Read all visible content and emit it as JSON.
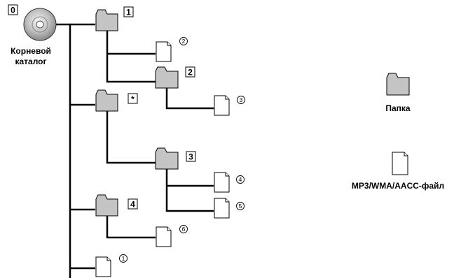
{
  "root": {
    "badge": "0",
    "label_line1": "Корневой",
    "label_line2": "каталог"
  },
  "folders": [
    {
      "badge": "1"
    },
    {
      "badge": "2"
    },
    {
      "badge": "*"
    },
    {
      "badge": "3"
    },
    {
      "badge": "4"
    }
  ],
  "files": [
    {
      "number": "2"
    },
    {
      "number": "3"
    },
    {
      "number": "4"
    },
    {
      "number": "5"
    },
    {
      "number": "6"
    },
    {
      "number": "1"
    }
  ],
  "legend": {
    "folder_label": "Папка",
    "file_label": "MP3/WMA/AACC-файл"
  }
}
